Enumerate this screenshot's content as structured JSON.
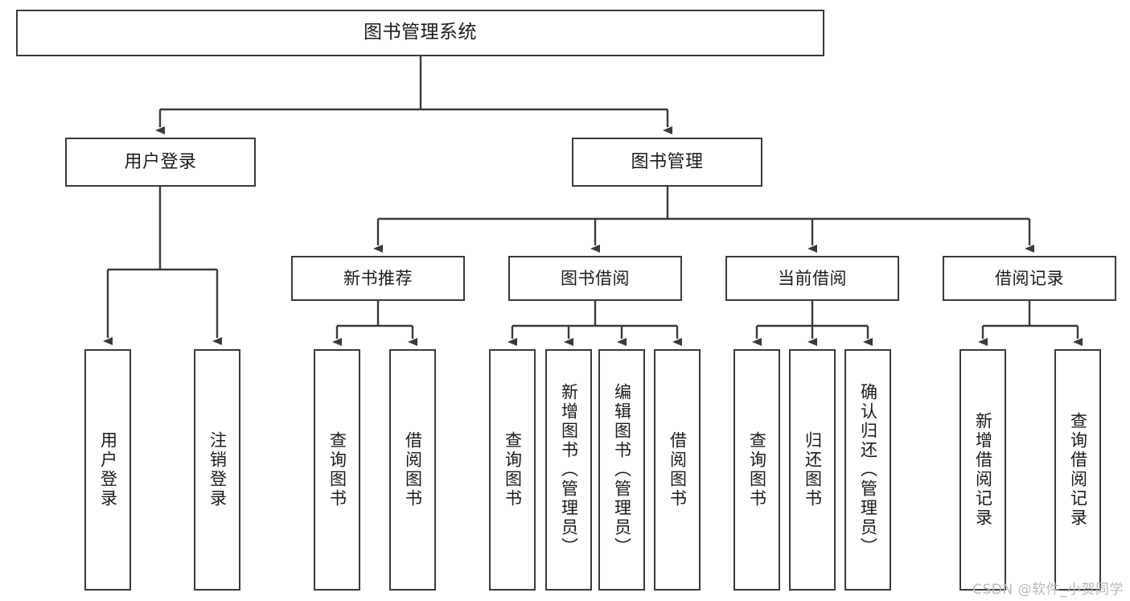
{
  "diagram": {
    "title": "图书管理系统",
    "root": {
      "id": "root",
      "label": "图书管理系统"
    },
    "level2": [
      {
        "id": "user-login",
        "label": "用户登录"
      },
      {
        "id": "book-management",
        "label": "图书管理"
      }
    ],
    "level3": [
      {
        "id": "new-book-recommend",
        "label": "新书推荐"
      },
      {
        "id": "book-borrow",
        "label": "图书借阅"
      },
      {
        "id": "current-borrow",
        "label": "当前借阅"
      },
      {
        "id": "borrow-record",
        "label": "借阅记录"
      }
    ],
    "leaves": {
      "user_login": [
        {
          "id": "leaf-user-login",
          "label": "用户登录"
        },
        {
          "id": "leaf-logout-login",
          "label": "注销登录"
        }
      ],
      "new_book_recommend": [
        {
          "id": "leaf-query-book-1",
          "label": "查询图书"
        },
        {
          "id": "leaf-borrow-book-1",
          "label": "借阅图书"
        }
      ],
      "book_borrow": [
        {
          "id": "leaf-query-book-2",
          "label": "查询图书"
        },
        {
          "id": "leaf-add-book",
          "label": "新增图书（管理员）"
        },
        {
          "id": "leaf-edit-book",
          "label": "编辑图书（管理员）"
        },
        {
          "id": "leaf-borrow-book-2",
          "label": "借阅图书"
        }
      ],
      "current_borrow": [
        {
          "id": "leaf-query-book-3",
          "label": "查询图书"
        },
        {
          "id": "leaf-return-book",
          "label": "归还图书"
        },
        {
          "id": "leaf-confirm-return",
          "label": "确认归还（管理员）"
        }
      ],
      "borrow_record": [
        {
          "id": "leaf-add-record",
          "label": "新增借阅记录"
        },
        {
          "id": "leaf-query-record",
          "label": "查询借阅记录"
        }
      ]
    }
  },
  "watermark": {
    "text": "CSDN @软件_小贺同学"
  },
  "colors": {
    "stroke": "#3a3a3a",
    "text": "#1b1b1b",
    "background": "#ffffff",
    "watermark": "#b9b9b9"
  }
}
